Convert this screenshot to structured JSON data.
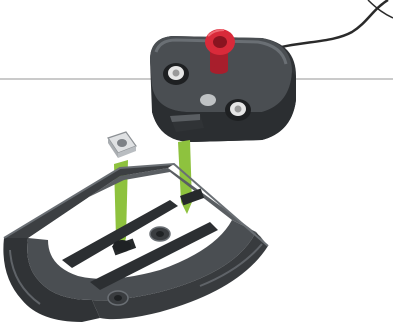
{
  "figure": {
    "kind": "assembly-illustration",
    "colors": {
      "background": "#ffffff",
      "panel_line": "#b9b9b9",
      "housing_dark": "#303336",
      "housing_mid": "#4a4e52",
      "housing_light": "#6a6f74",
      "knob_red": "#d92a3a",
      "arrow_green": "#8ec23e",
      "nut_gray": "#c9cccf",
      "cable_dark": "#2a2a2a"
    },
    "parts": [
      {
        "id": "switch-module",
        "icon": "switch-module-icon"
      },
      {
        "id": "square-nut",
        "icon": "square-nut-icon"
      },
      {
        "id": "housing-half",
        "icon": "housing-shell-icon"
      }
    ],
    "arrows": [
      {
        "id": "nut-arrow",
        "direction": "down",
        "icon": "arrow-down-icon"
      },
      {
        "id": "tab-arrow",
        "direction": "down",
        "icon": "arrow-down-icon"
      }
    ]
  }
}
